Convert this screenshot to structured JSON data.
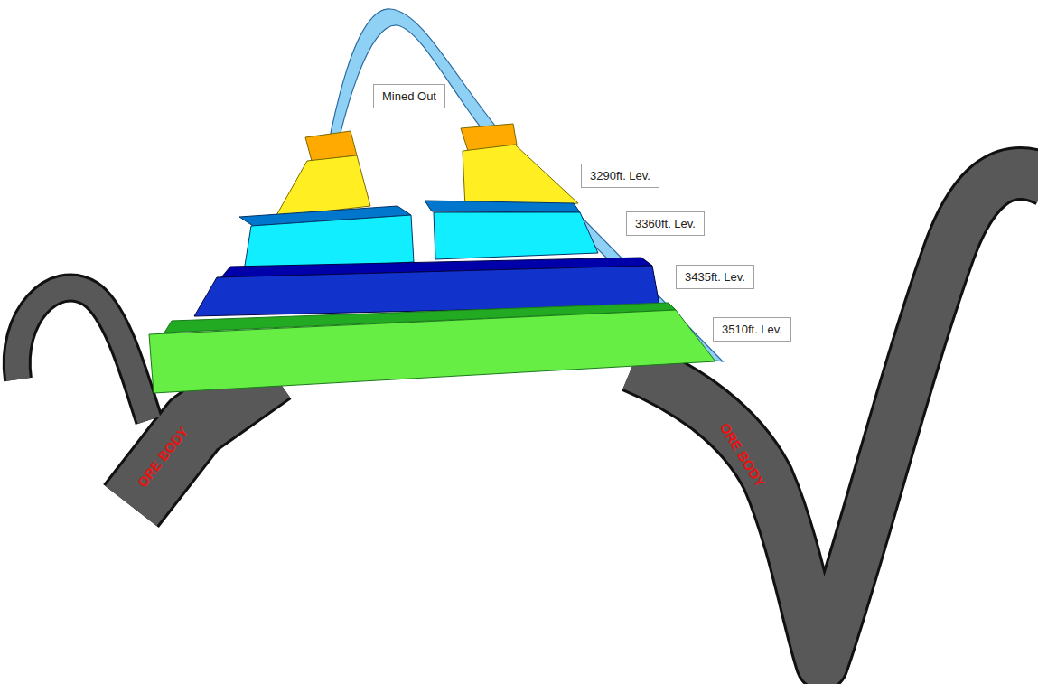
{
  "diagram": {
    "nodes": [
      {
        "text": [
          "Mined Out"
        ]
      },
      {
        "text": [
          "3290ft. Lev."
        ]
      },
      {
        "text": [
          "3360ft. Lev."
        ]
      },
      {
        "text": [
          "3435ft. Lev."
        ]
      },
      {
        "text": [
          "3510ft. Lev."
        ]
      }
    ],
    "labels": [
      "ORE BODY",
      "ORE BODY"
    ]
  }
}
